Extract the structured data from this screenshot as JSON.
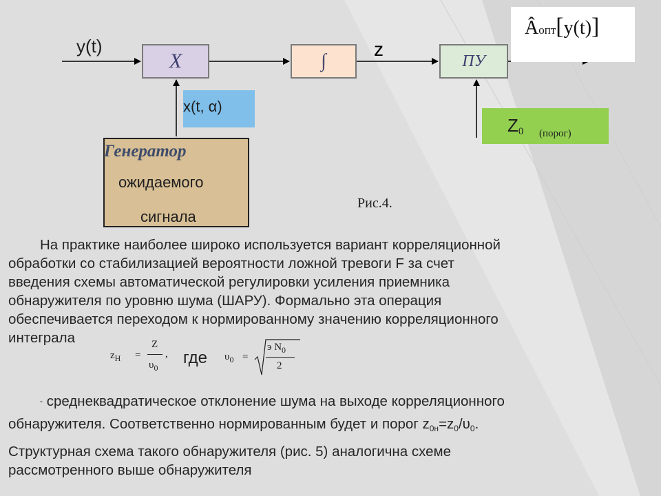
{
  "diagram": {
    "input_label": "y(t)",
    "multiplier_label": "X",
    "integrator_label": "∫",
    "z_label": "z",
    "threshold_device_label": "ПУ",
    "reference_label": "x(t, α)",
    "threshold_main": "Z",
    "threshold_sub": "0",
    "threshold_note": "(порог)",
    "generator_line1": "Генератор",
    "generator_line2": "ожидаемого",
    "generator_line3": "сигнала",
    "output_A": "Â",
    "output_sub": "опт",
    "output_arg": "y(t)",
    "caption": "Рис.4."
  },
  "text": {
    "p1": "На практике наиболее широко используется вариант корреляционной",
    "p2": "обработки со стабилизацией вероятности ложной тревоги F за счет",
    "p3": "введения схемы автоматической регулировки усиления приемника",
    "p4": "обнаружителя по уровню шума (ШАРУ). Формально эта операция",
    "p5": "обеспечивается переходом к нормированному значению корреляционного",
    "p6": "интеграла",
    "f1_lhs": "z",
    "f1_lhs_sub": "H",
    "f1_eq": "=",
    "f1_num": "Z",
    "f1_den": "υ",
    "f1_den_sub": "0",
    "f1_comma": ",",
    "where": "где",
    "f2_lhs": "υ",
    "f2_lhs_sub": "0",
    "f2_eq": "=",
    "f2_num": "э N",
    "f2_num_sub": "0",
    "f2_den": "2",
    "dash": "-",
    "p7": " среднеквадратическое отклонение шума на выходе корреляционного",
    "p8a": "обнаружителя. Соответственно нормированным будет и порог z",
    "p8_sub1": "0н",
    "p8b": "=z",
    "p8_sub2": "0",
    "p8c": "/υ",
    "p8_sub3": "0",
    "p8d": ".",
    "p9": "Структурная схема такого обнаружителя (рис. 5) аналогична схеме",
    "p10": "рассмотренного выше обнаружителя"
  },
  "colors": {
    "multiplier_fill": "#d9d0e5",
    "integrator_fill": "#fde3cf",
    "pu_fill": "#dcebd7",
    "reference_fill": "#7fbfea",
    "threshold_fill": "#93d050",
    "generator_fill": "#d8bf95",
    "generator_title": "#3f4d6b",
    "output_fill": "#ffffff"
  }
}
